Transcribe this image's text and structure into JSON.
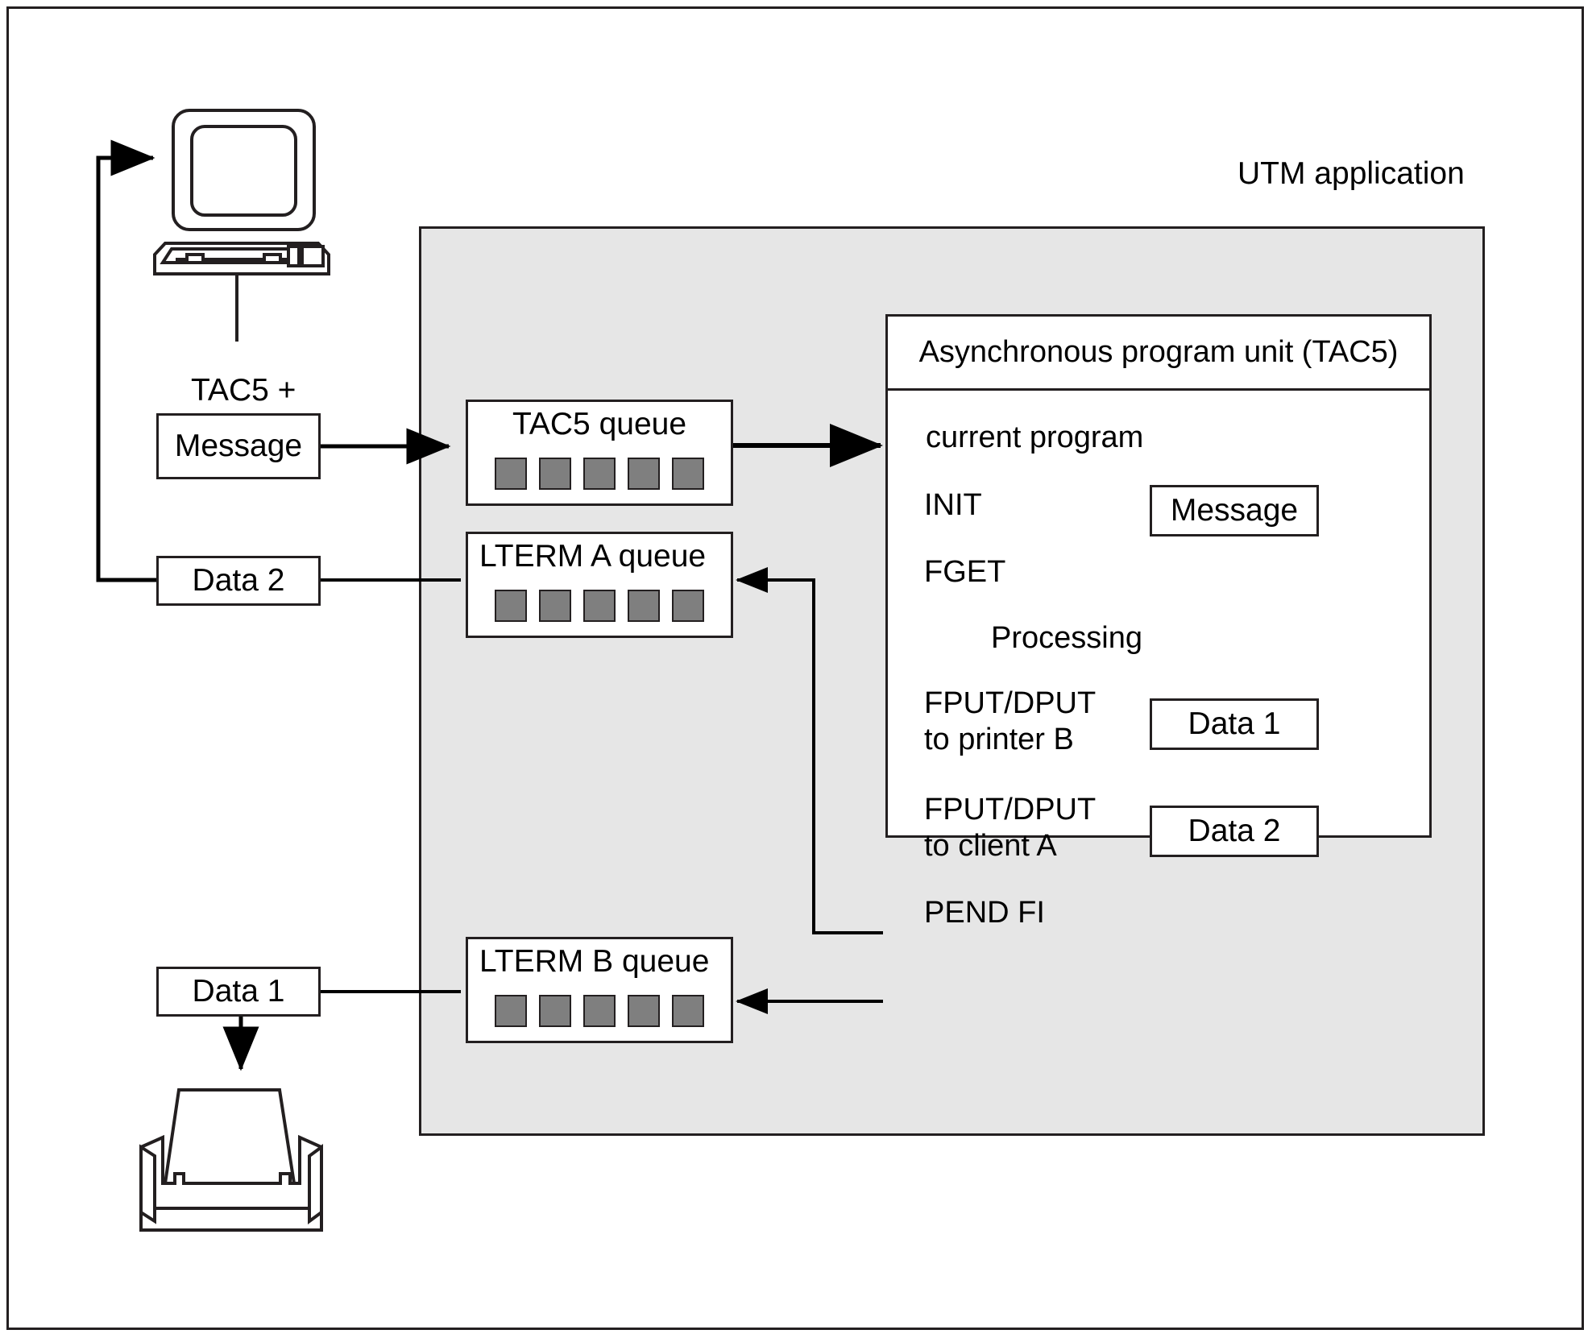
{
  "diagram": {
    "region_label": "UTM application",
    "left_column": {
      "terminal_icon": "computer-terminal-icon",
      "terminal_caption": "TAC5 +",
      "message_box": "Message",
      "data2_box": "Data 2",
      "data1_box": "Data 1",
      "printer_icon": "printer-icon"
    },
    "queues": [
      {
        "name": "tac5-queue",
        "label": "TAC5 queue",
        "slots": 5
      },
      {
        "name": "lterm-a-queue",
        "label": "LTERM A queue",
        "slots": 5
      },
      {
        "name": "lterm-b-queue",
        "label": "LTERM B queue",
        "slots": 5
      }
    ],
    "program_unit": {
      "title": "Asynchronous program unit (TAC5)",
      "steps": [
        "current program",
        "INIT",
        "FGET",
        "Processing",
        "FPUT/DPUT\nto printer B",
        "FPUT/DPUT\nto client A",
        "PEND FI"
      ],
      "payloads": [
        "Message",
        "Data 1",
        "Data 2"
      ]
    },
    "colors": {
      "region_fill": "#e6e6e6",
      "slot_fill": "#7f7f7f",
      "stroke": "#231f20",
      "page": "#ffffff"
    }
  }
}
